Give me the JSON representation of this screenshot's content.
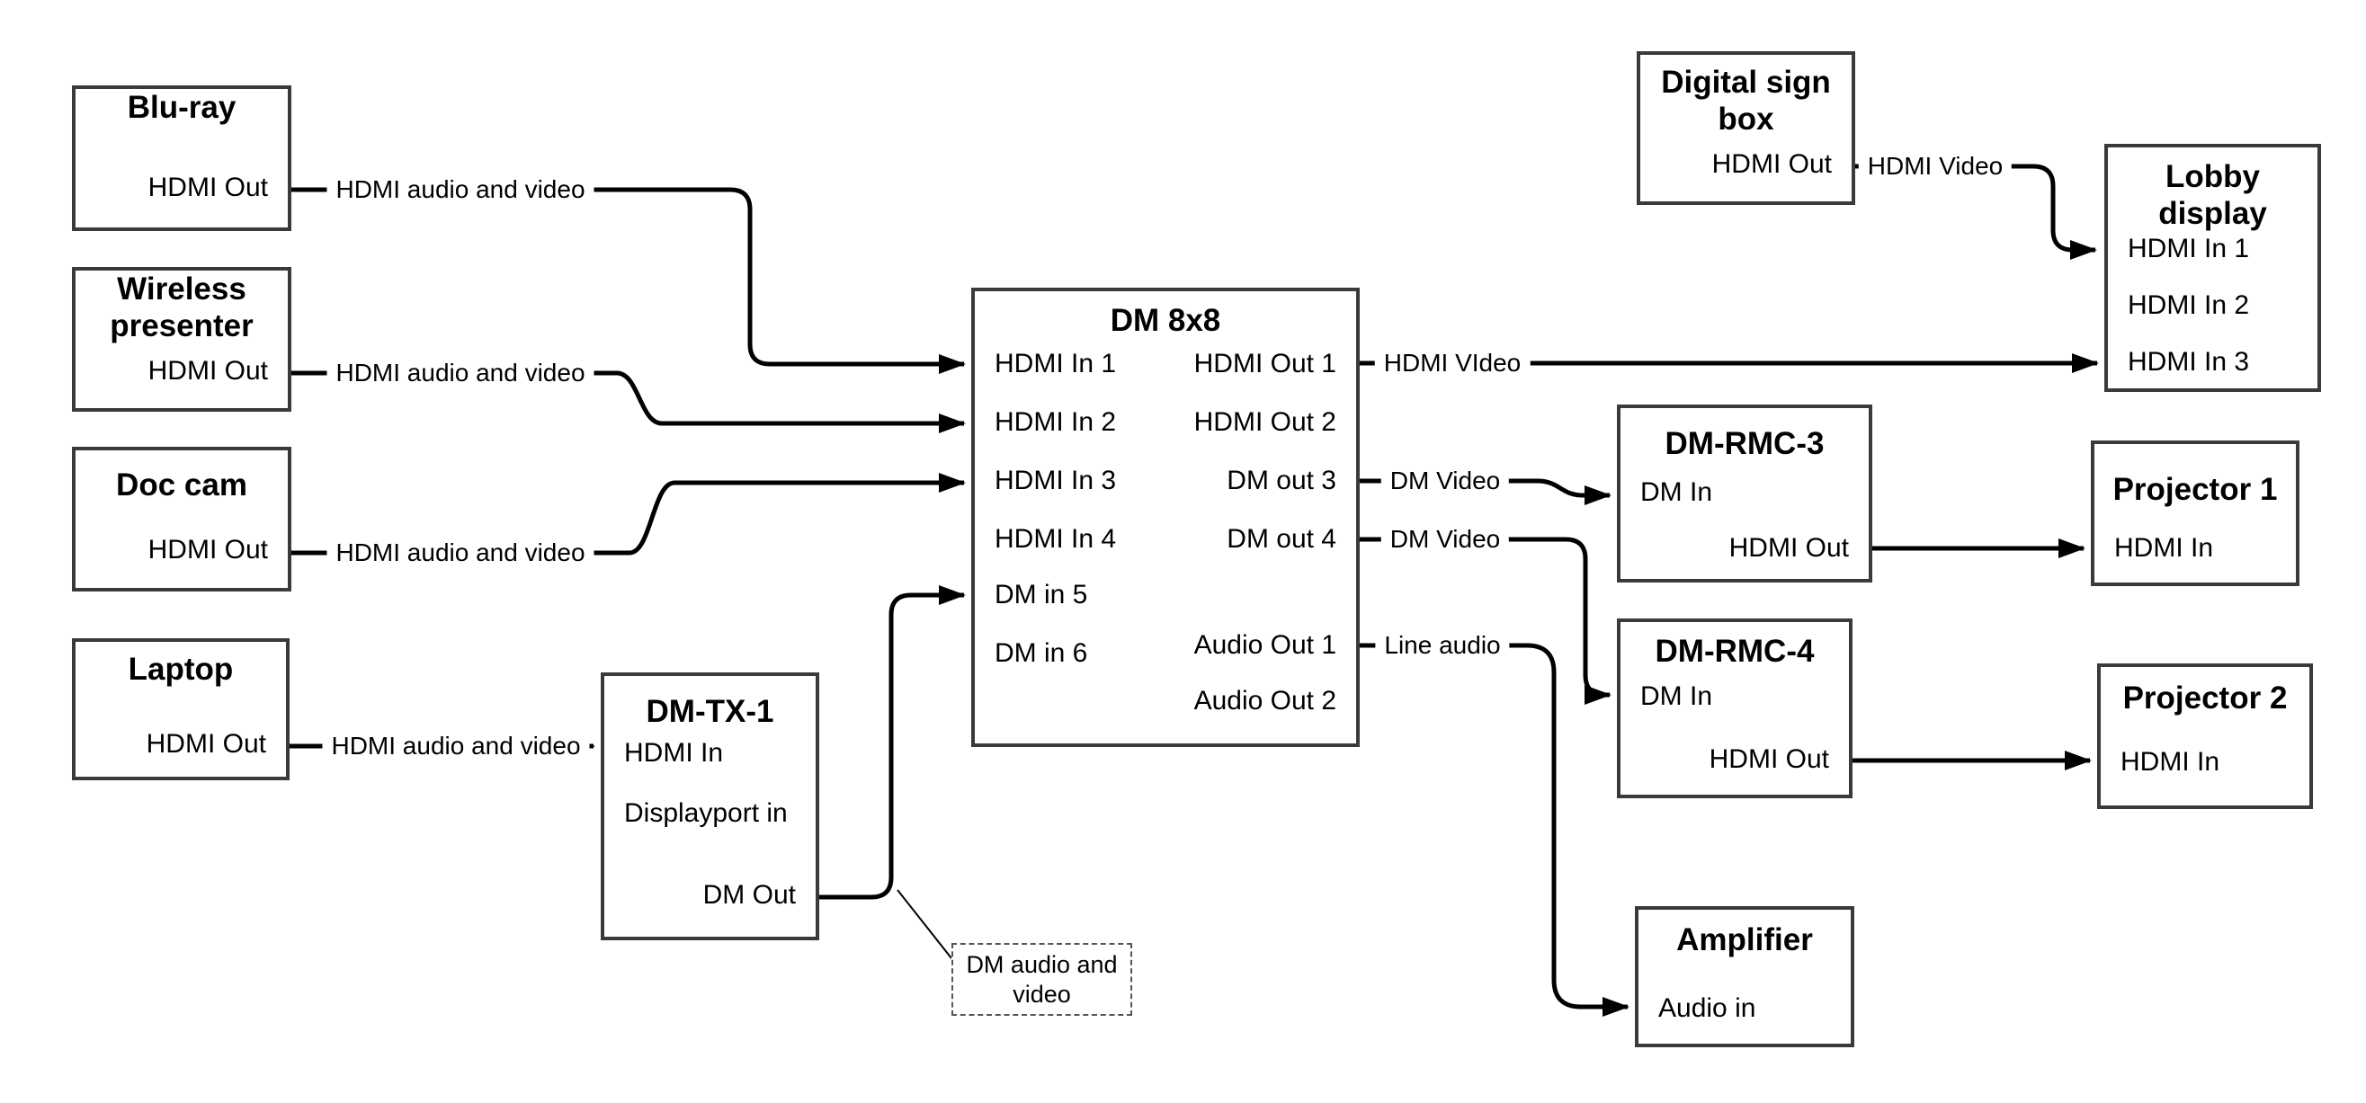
{
  "canvas": {
    "background": "#ffffff",
    "line_color": "#000000",
    "box_border_color": "#3a3a3a",
    "text_color": "#000000"
  },
  "nodes": {
    "bluray": {
      "title": "Blu-ray",
      "ports": {
        "hdmi_out": "HDMI Out"
      }
    },
    "wireless_presenter": {
      "title": "Wireless presenter",
      "ports": {
        "hdmi_out": "HDMI Out"
      }
    },
    "doc_cam": {
      "title": "Doc cam",
      "ports": {
        "hdmi_out": "HDMI Out"
      }
    },
    "laptop": {
      "title": "Laptop",
      "ports": {
        "hdmi_out": "HDMI Out"
      }
    },
    "dm_tx_1": {
      "title": "DM-TX-1",
      "ports": {
        "hdmi_in": "HDMI In",
        "displayport_in": "Displayport in",
        "dm_out": "DM Out"
      }
    },
    "dm_8x8": {
      "title": "DM 8x8",
      "ports": {
        "hdmi_in_1": "HDMI In 1",
        "hdmi_in_2": "HDMI In 2",
        "hdmi_in_3": "HDMI In 3",
        "hdmi_in_4": "HDMI In 4",
        "dm_in_5": "DM in 5",
        "dm_in_6": "DM in 6",
        "hdmi_out_1": "HDMI Out 1",
        "hdmi_out_2": "HDMI Out 2",
        "dm_out_3": "DM out 3",
        "dm_out_4": "DM out 4",
        "audio_out_1": "Audio Out 1",
        "audio_out_2": "Audio Out 2"
      }
    },
    "digital_sign_box": {
      "title": "Digital sign box",
      "ports": {
        "hdmi_out": "HDMI Out"
      }
    },
    "lobby_display": {
      "title": "Lobby display",
      "ports": {
        "hdmi_in_1": "HDMI In 1",
        "hdmi_in_2": "HDMI In 2",
        "hdmi_in_3": "HDMI In 3"
      }
    },
    "dm_rmc_3": {
      "title": "DM-RMC-3",
      "ports": {
        "dm_in": "DM In",
        "hdmi_out": "HDMI Out"
      }
    },
    "projector_1": {
      "title": "Projector 1",
      "ports": {
        "hdmi_in": "HDMI In"
      }
    },
    "dm_rmc_4": {
      "title": "DM-RMC-4",
      "ports": {
        "dm_in": "DM In",
        "hdmi_out": "HDMI Out"
      }
    },
    "projector_2": {
      "title": "Projector 2",
      "ports": {
        "hdmi_in": "HDMI In"
      }
    },
    "amplifier": {
      "title": "Amplifier",
      "ports": {
        "audio_in": "Audio in"
      }
    }
  },
  "edge_labels": {
    "bluray_to_dm8x8": "HDMI audio and video",
    "wireless_to_dm8x8": "HDMI audio and video",
    "doccam_to_dm8x8": "HDMI audio and video",
    "laptop_to_dmtx1": "HDMI audio and video",
    "hdmiout1_to_lobby": "HDMI VIdeo",
    "dmout3_to_dmrmc3": "DM Video",
    "dmout4_to_dmrmc4": "DM Video",
    "audioout1_to_amplifier": "Line audio",
    "digitalsign_to_lobby": "HDMI Video",
    "dm_out_callout": "DM audio and video"
  }
}
